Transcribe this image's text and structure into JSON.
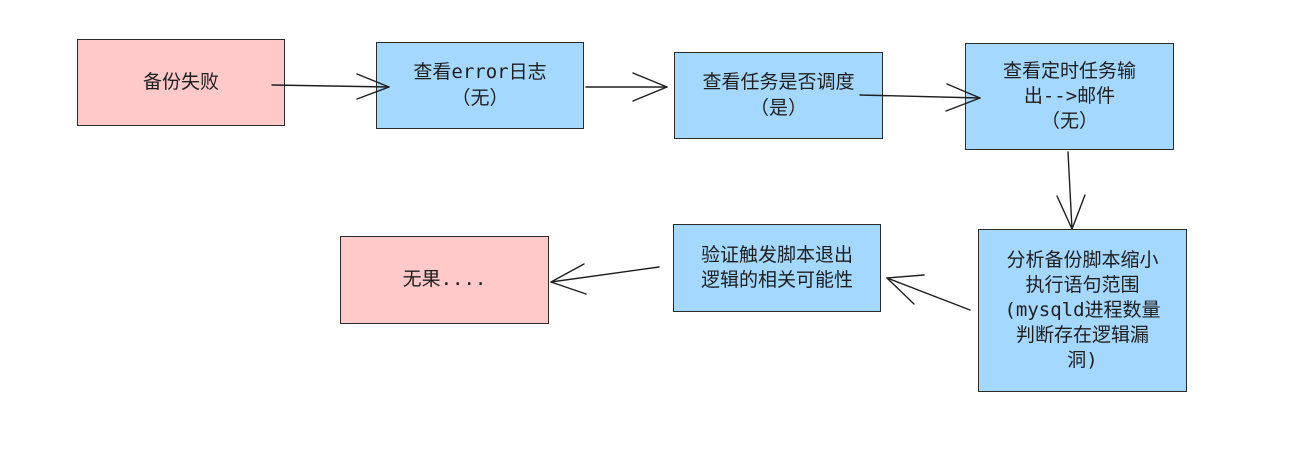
{
  "nodes": {
    "backup_failed": "备份失败",
    "check_error_log": "查看error日志\n（无）",
    "check_task_schedule": "查看任务是否调度\n（是）",
    "check_cron_mail": "查看定时任务输\n出-->邮件\n（无）",
    "analyze_script": "分析备份脚本缩小\n执行语句范围\n(mysqld进程数量\n判断存在逻辑漏\n洞)",
    "verify_logic": "验证触发脚本退出\n逻辑的相关可能性",
    "no_result": "无果...."
  },
  "colors": {
    "pink_fill": "#ffc9c9",
    "blue_fill": "#a5d8ff",
    "stroke": "#1e1e1e"
  }
}
